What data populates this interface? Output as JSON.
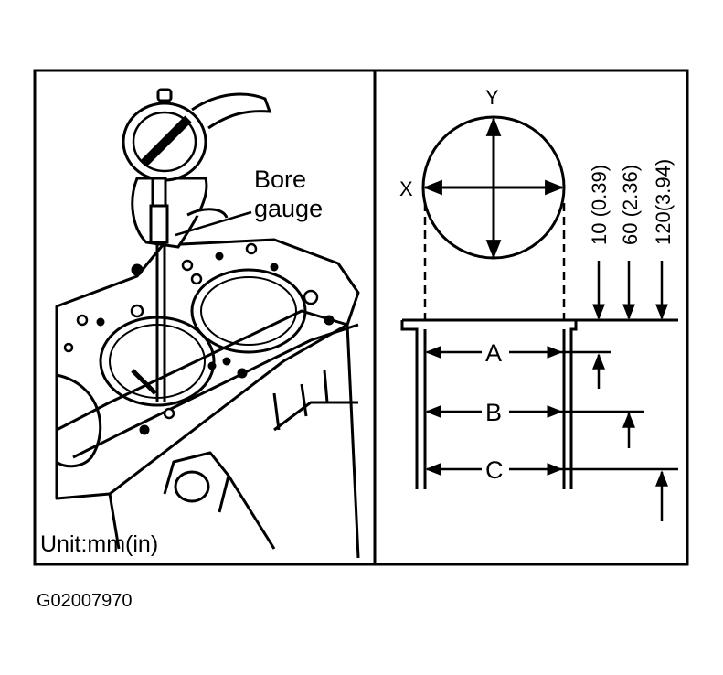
{
  "left_panel": {
    "tool_label_line1": "Bore",
    "tool_label_line2": "gauge",
    "unit_label": "Unit:mm(in)"
  },
  "right_panel": {
    "axis_y": "Y",
    "axis_x": "X",
    "level_a": "A",
    "level_b": "B",
    "level_c": "C",
    "dim_10": "10 (0.39)",
    "dim_60": "60 (2.36)",
    "dim_120": "120(3.94)"
  },
  "figure_code": "G02007970"
}
